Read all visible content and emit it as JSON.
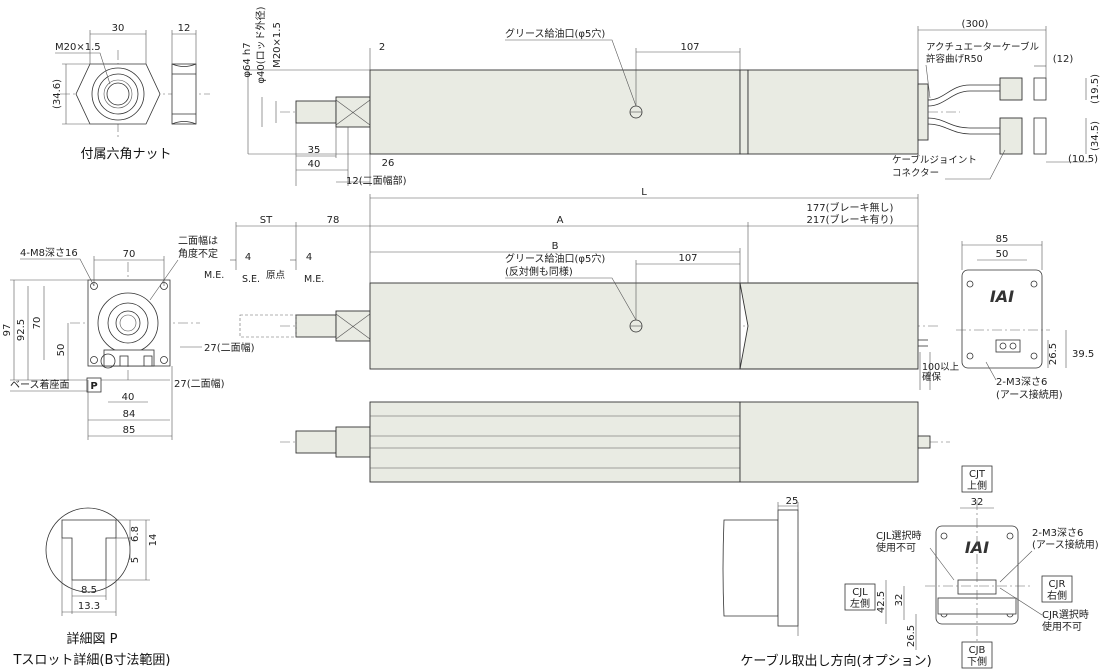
{
  "nut": {
    "dims": [
      "30",
      "12",
      "M20×1.5",
      "(34.6)"
    ],
    "caption": "付属六角ナット"
  },
  "top_view": {
    "dims": [
      "φ64 h7",
      "φ40(ロッド外径)",
      "M20×1.5",
      "2",
      "35",
      "40",
      "26",
      "12(二面幅部)"
    ],
    "grease_label": "グリース給油口(φ5穴)",
    "grease_dim": "107",
    "cable_length": "(300)",
    "bend_label_1": "アクチュエーターケーブル",
    "bend_label_2": "許容曲げR50",
    "connector_label_1": "ケーブルジョイント",
    "connector_label_2": "コネクター",
    "right_dims": [
      "(12)",
      "(19.5)",
      "(34.5)",
      "(10.5)"
    ]
  },
  "main": {
    "L": "L",
    "A": "A",
    "B": "B",
    "ST": "ST",
    "d78": "78",
    "brake_1": "177(ブレーキ無し)",
    "brake_2": "217(ブレーキ有り)",
    "grease_1": "グリース給油口(φ5穴)",
    "grease_2": "(反対側も同様)",
    "grease_dim": "107",
    "me1": "M.E.",
    "se": "S.E.",
    "origin": "原点",
    "me2": "M.E.",
    "four1": "4",
    "four2": "4",
    "cable_note_1": "100以上",
    "cable_note_2": "確保"
  },
  "front_view": {
    "tap": "4-M8深さ16",
    "w70": "70",
    "across_1": "二面幅は",
    "across_2": "角度不定",
    "h97": "97",
    "h92": "92.5",
    "h70": "70",
    "h50": "50",
    "w27a": "27(二面幅)",
    "w27b": "27(二面幅)",
    "P": "P",
    "base": "ベース着座面",
    "w40": "40",
    "w84": "84",
    "w85": "85"
  },
  "rear_view": {
    "w85": "85",
    "w50": "50",
    "logo": "IAI",
    "h265": "26.5",
    "h395": "39.5",
    "tap_1": "2-M3深さ6",
    "tap_2": "(アース接続用)"
  },
  "detail": {
    "dims": [
      "6.8",
      "14",
      "5",
      "8.5",
      "13.3"
    ],
    "caption_1": "詳細図 P",
    "caption_2": "Tスロット詳細(B寸法範囲)"
  },
  "options": {
    "caption": "ケーブル取出し方向(オプション)",
    "d25": "25",
    "d32a": "32",
    "d32b": "32",
    "d425": "42.5",
    "d265": "26.5",
    "logo": "IAI",
    "cjt_1": "CJT",
    "cjt_2": "上側",
    "cjl_1": "CJL",
    "cjl_2": "左側",
    "cjr_1": "CJR",
    "cjr_2": "右側",
    "cjb_1": "CJB",
    "cjb_2": "下側",
    "cjl_note_1": "CJL選択時",
    "cjl_note_2": "使用不可",
    "cjr_note_1": "CJR選択時",
    "cjr_note_2": "使用不可",
    "tap_1": "2-M3深さ6",
    "tap_2": "(アース接続用)"
  }
}
